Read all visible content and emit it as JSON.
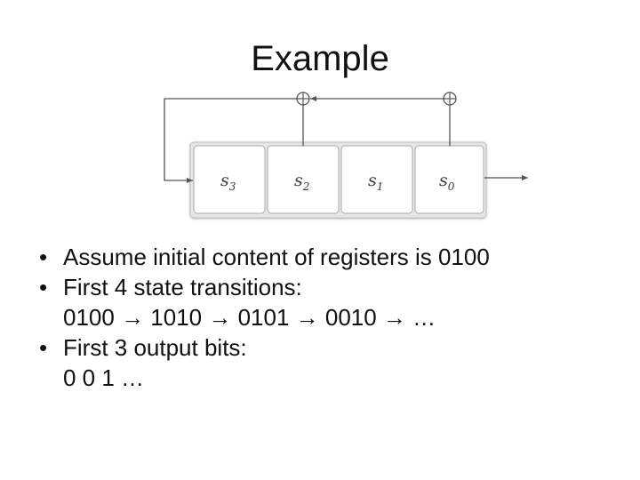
{
  "slide": {
    "title": "Example"
  },
  "diagram": {
    "registers": [
      {
        "base": "s",
        "sub": "3"
      },
      {
        "base": "s",
        "sub": "2"
      },
      {
        "base": "s",
        "sub": "1"
      },
      {
        "base": "s",
        "sub": "0"
      }
    ],
    "xor_symbol": "⊕"
  },
  "bullets": [
    {
      "text": "Assume initial content of registers is 0100",
      "cont": ""
    },
    {
      "text": "First 4 state transitions:",
      "cont": "0100 → 1010 → 0101 → 0010 → …"
    },
    {
      "text": "First 3 output bits:",
      "cont": "0 0 1 …"
    }
  ]
}
